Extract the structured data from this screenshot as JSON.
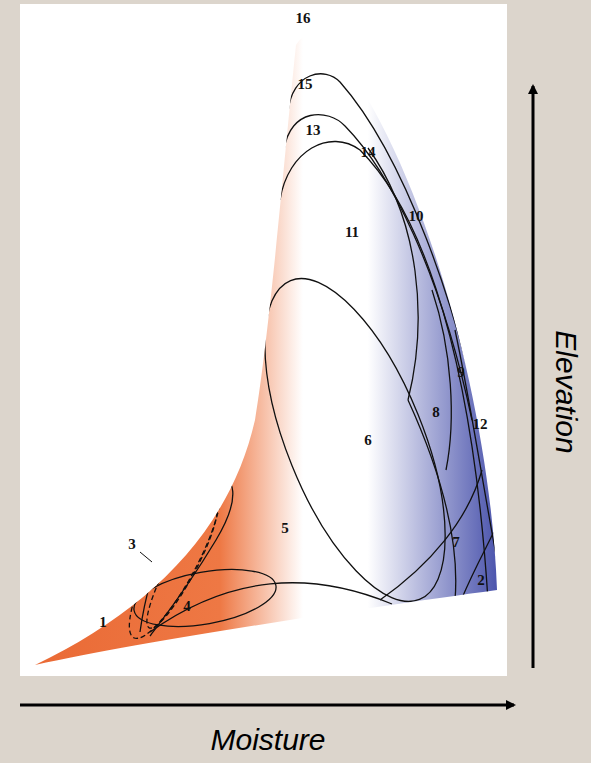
{
  "diagram": {
    "labels": [
      "16",
      "15",
      "13",
      "14",
      "11",
      "10",
      "9",
      "8",
      "12",
      "6",
      "3",
      "5",
      "7",
      "2",
      "1",
      "4",
      "Elevation",
      "Moisture"
    ]
  }
}
